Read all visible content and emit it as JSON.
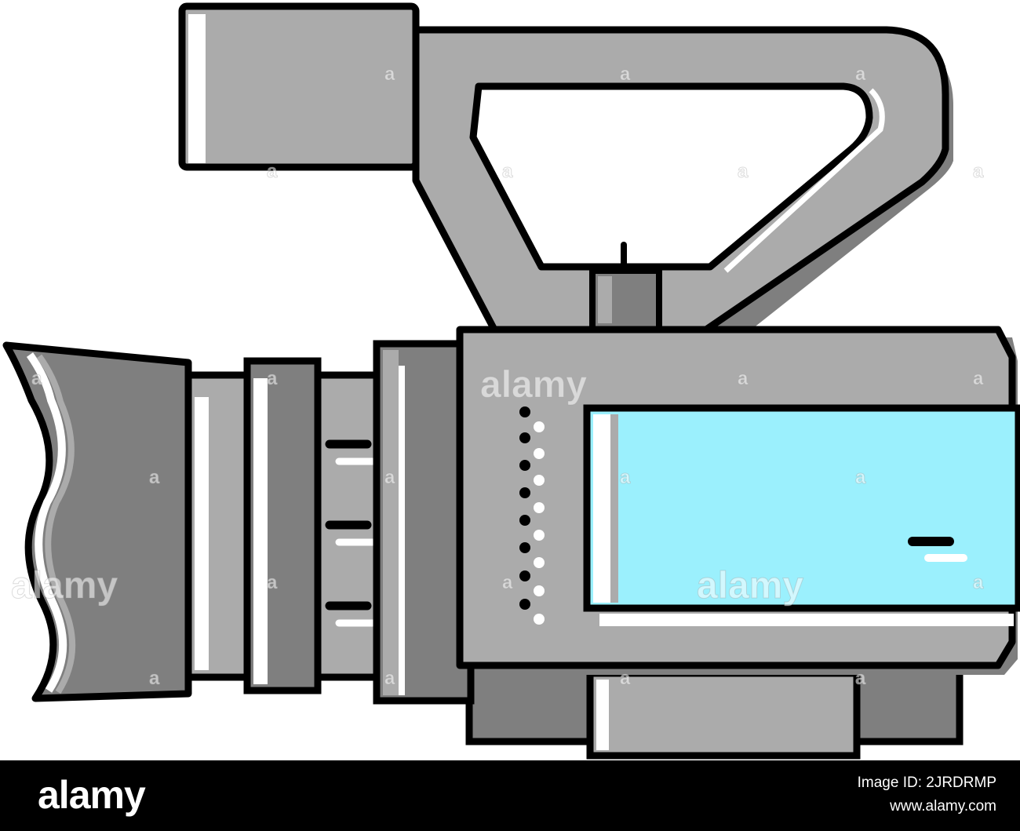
{
  "image": {
    "subject": "video-camera-icon",
    "colors": {
      "outline": "#000000",
      "light_gray": "#ababab",
      "dark_gray": "#7f7f7f",
      "screen": "#9bf0fd",
      "highlight": "#ffffff",
      "background": "#ffffff"
    }
  },
  "watermark": {
    "brand": "alamy",
    "small_mark": "a"
  },
  "footer": {
    "logo": "alamy",
    "image_id_line": "Image ID: 2JRDRMP",
    "url": "www.alamy.com"
  }
}
